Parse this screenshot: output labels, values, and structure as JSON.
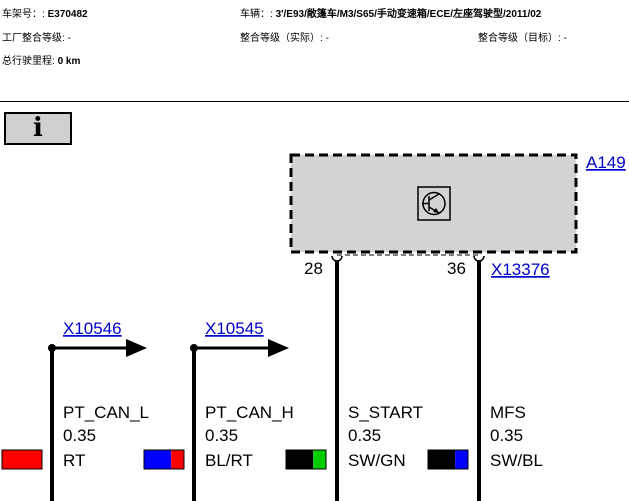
{
  "header": {
    "chassis_label": "车架号：:",
    "chassis_value": "E370482",
    "vehicle_label": "车辆：:",
    "vehicle_value": "3'/E93/敞篷车/M3/S65/手动变速箱/ECE/左座驾驶型/2011/02",
    "factory_level_label": "工厂整合等级:",
    "factory_level_value": "-",
    "actual_level_label": "整合等级（实际）:",
    "actual_level_value": "-",
    "target_level_label": "整合等级（目标）:",
    "target_level_value": "-",
    "mileage_label": "总行驶里程:",
    "mileage_value": "0 km"
  },
  "info_button": {
    "label": "i"
  },
  "component": {
    "id": "A149",
    "connector": "X13376",
    "pins": [
      "28",
      "36"
    ],
    "symbol": "transistor-icon"
  },
  "connectors": [
    {
      "id": "X10546"
    },
    {
      "id": "X10545"
    }
  ],
  "wires": [
    {
      "signal": "PT_CAN_L",
      "size": "0.35",
      "color_code": "RT",
      "colors": [
        "#ff0000"
      ]
    },
    {
      "signal": "PT_CAN_H",
      "size": "0.35",
      "color_code": "BL/RT",
      "colors": [
        "#0000ff",
        "#ff0000"
      ]
    },
    {
      "signal": "S_START",
      "size": "0.35",
      "color_code": "SW/GN",
      "colors": [
        "#000000",
        "#00cc00"
      ]
    },
    {
      "signal": "MFS",
      "size": "0.35",
      "color_code": "SW/BL",
      "colors": [
        "#000000",
        "#0000ff"
      ]
    }
  ],
  "colors": {
    "component_fill": "#d3d3d3",
    "link": "#0000cc"
  }
}
